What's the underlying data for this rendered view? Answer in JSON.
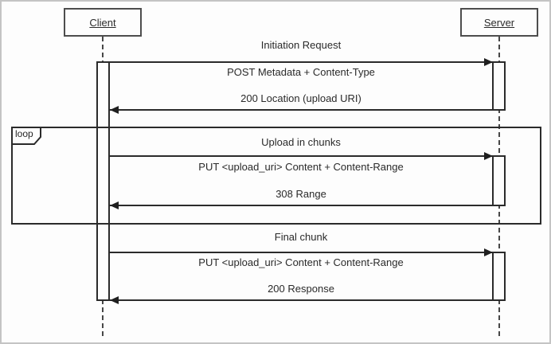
{
  "diagram": {
    "type": "uml-sequence",
    "actors": [
      {
        "name": "Client"
      },
      {
        "name": "Server"
      }
    ],
    "fragment": {
      "label": "loop"
    },
    "sections": [
      {
        "title": "Initiation Request",
        "request": "POST Metadata + Content-Type",
        "response": "200 Location (upload URI)"
      },
      {
        "title": "Upload in chunks",
        "request": "PUT <upload_uri> Content + Content-Range",
        "response": "308 Range",
        "in_fragment": "loop"
      },
      {
        "title": "Final chunk",
        "request": "PUT <upload_uri> Content + Content-Range",
        "response": "200 Response"
      }
    ],
    "colors": {
      "line": "#2b2b2b",
      "actor_border": "#4d4d4d",
      "background": "#fdfdfd",
      "outer_border": "#c4c4c4"
    }
  }
}
